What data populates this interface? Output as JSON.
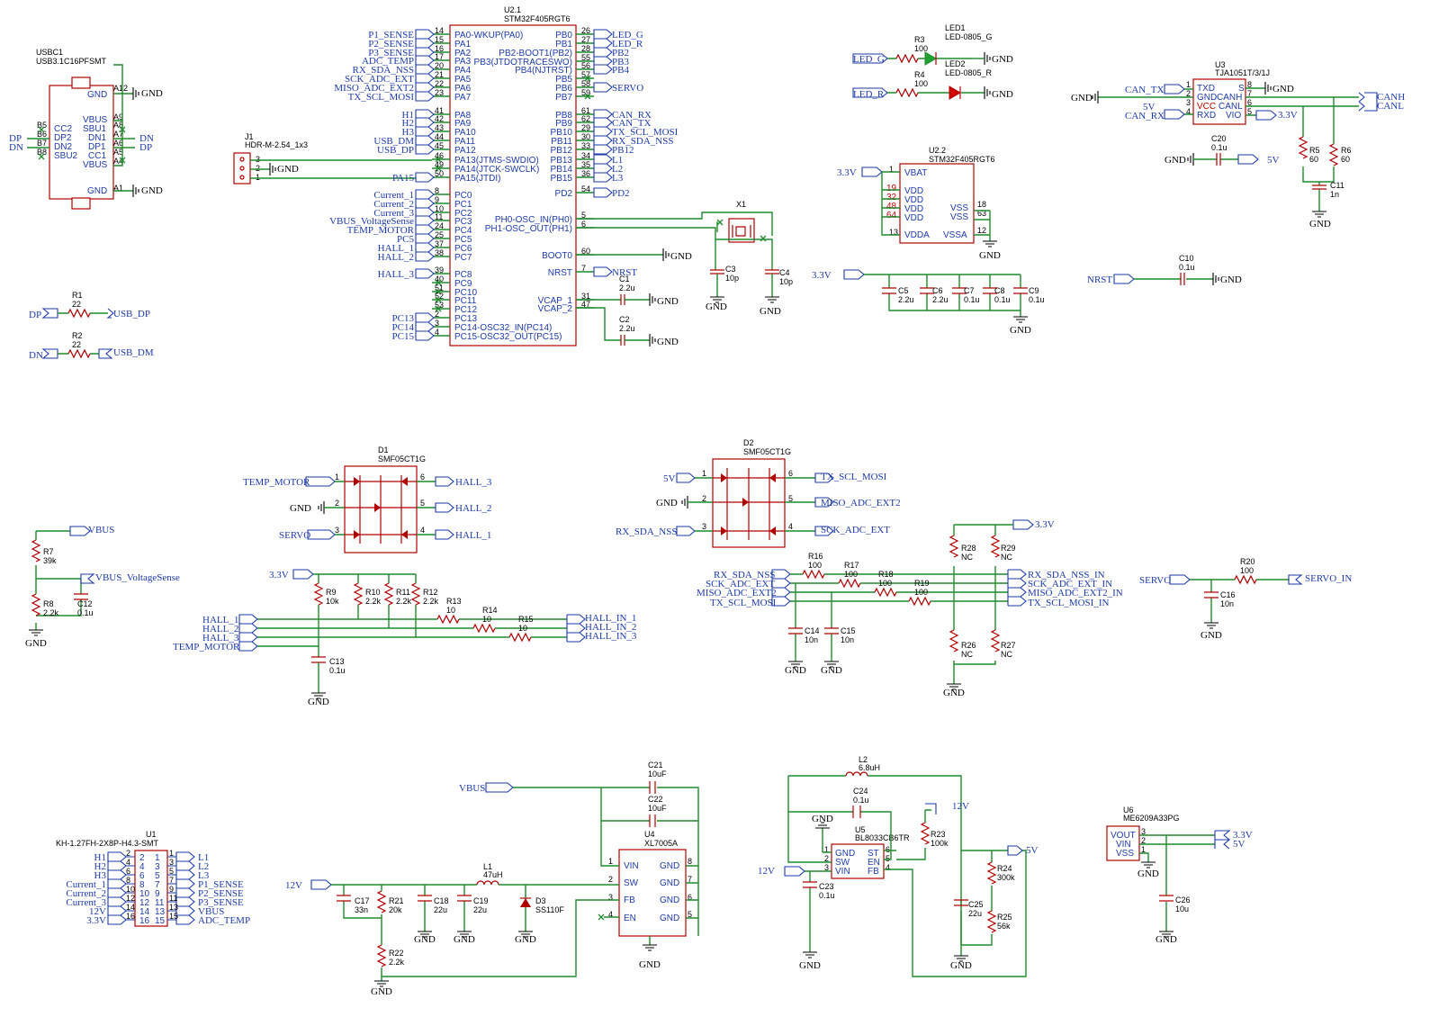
{
  "mcu_main": {
    "ref": "U2.1",
    "part": "STM32F405RGT6",
    "left_pins": [
      {
        "num": "14",
        "name": "PA0-WKUP(PA0)",
        "net": "P1_SENSE"
      },
      {
        "num": "15",
        "name": "PA1",
        "net": "P2_SENSE"
      },
      {
        "num": "16",
        "name": "PA2",
        "net": "P3_SENSE"
      },
      {
        "num": "17",
        "name": "PA3",
        "net": "ADC_TEMP"
      },
      {
        "num": "20",
        "name": "PA4",
        "net": "RX_SDA_NSS"
      },
      {
        "num": "21",
        "name": "PA5",
        "net": "SCK_ADC_EXT"
      },
      {
        "num": "22",
        "name": "PA6",
        "net": "MISO_ADC_EXT2"
      },
      {
        "num": "23",
        "name": "PA7",
        "net": "TX_SCL_MOSI"
      },
      {
        "num": "41",
        "name": "PA8",
        "net": "H1"
      },
      {
        "num": "42",
        "name": "PA9",
        "net": "H2"
      },
      {
        "num": "43",
        "name": "PA10",
        "net": "H3"
      },
      {
        "num": "44",
        "name": "PA11",
        "net": "USB_DM"
      },
      {
        "num": "45",
        "name": "PA12",
        "net": "USB_DP"
      },
      {
        "num": "46",
        "name": "PA13(JTMS-SWDIO)",
        "net": ""
      },
      {
        "num": "49",
        "name": "PA14(JTCK-SWCLK)",
        "net": ""
      },
      {
        "num": "50",
        "name": "PA15(JTDI)",
        "net": "PA15"
      },
      {
        "num": "8",
        "name": "PC0",
        "net": "Current_1"
      },
      {
        "num": "9",
        "name": "PC1",
        "net": "Current_2"
      },
      {
        "num": "10",
        "name": "PC2",
        "net": "Current_3"
      },
      {
        "num": "11",
        "name": "PC3",
        "net": "VBUS_VoltageSense"
      },
      {
        "num": "24",
        "name": "PC4",
        "net": "TEMP_MOTOR"
      },
      {
        "num": "25",
        "name": "PC5",
        "net": "PC5"
      },
      {
        "num": "37",
        "name": "PC6",
        "net": "HALL_1"
      },
      {
        "num": "38",
        "name": "PC7",
        "net": "HALL_2"
      },
      {
        "num": "39",
        "name": "PC8",
        "net": "HALL_3"
      },
      {
        "num": "40",
        "name": "PC9",
        "net": ""
      },
      {
        "num": "51",
        "name": "PC10",
        "net": ""
      },
      {
        "num": "52",
        "name": "PC11",
        "net": ""
      },
      {
        "num": "53",
        "name": "PC12",
        "net": ""
      },
      {
        "num": "2",
        "name": "PC13",
        "net": "PC13"
      },
      {
        "num": "3",
        "name": "PC14-OSC32_IN(PC14)",
        "net": "PC14"
      },
      {
        "num": "4",
        "name": "PC15-OSC32_OUT(PC15)",
        "net": "PC15"
      }
    ],
    "right_pins": [
      {
        "num": "26",
        "name": "PB0",
        "net": "LED_G"
      },
      {
        "num": "27",
        "name": "PB1",
        "net": "LED_R"
      },
      {
        "num": "28",
        "name": "PB2-BOOT1(PB2)",
        "net": "PB2"
      },
      {
        "num": "55",
        "name": "PB3(JTDOTRACESWO)",
        "net": "PB3"
      },
      {
        "num": "56",
        "name": "PB4(NJTRST)",
        "net": "PB4"
      },
      {
        "num": "57",
        "name": "PB5",
        "net": ""
      },
      {
        "num": "58",
        "name": "PB6",
        "net": "SERVO"
      },
      {
        "num": "59",
        "name": "PB7",
        "net": ""
      },
      {
        "num": "61",
        "name": "PB8",
        "net": "CAN_RX"
      },
      {
        "num": "62",
        "name": "PB9",
        "net": "CAN_TX"
      },
      {
        "num": "29",
        "name": "PB10",
        "net": "TX_SCL_MOSI"
      },
      {
        "num": "30",
        "name": "PB11",
        "net": "RX_SDA_NSS"
      },
      {
        "num": "33",
        "name": "PB12",
        "net": "PB12"
      },
      {
        "num": "34",
        "name": "PB13",
        "net": "L1"
      },
      {
        "num": "35",
        "name": "PB14",
        "net": "L2"
      },
      {
        "num": "36",
        "name": "PB15",
        "net": "L3"
      },
      {
        "num": "54",
        "name": "PD2",
        "net": "PD2"
      },
      {
        "num": "5",
        "name": "PH0-OSC_IN(PH0)",
        "net": ""
      },
      {
        "num": "6",
        "name": "PH1-OSC_OUT(PH1)",
        "net": ""
      },
      {
        "num": "60",
        "name": "BOOT0",
        "net": "GND"
      },
      {
        "num": "7",
        "name": "NRST",
        "net": "NRST"
      },
      {
        "num": "31",
        "name": "VCAP_1",
        "net": ""
      },
      {
        "num": "47",
        "name": "VCAP_2",
        "net": ""
      }
    ],
    "c1": {
      "ref": "C1",
      "value": "2.2u"
    },
    "c2": {
      "ref": "C2",
      "value": "2.2u"
    }
  },
  "mcu_power": {
    "ref": "U2.2",
    "part": "STM32F405RGT6",
    "pins": [
      {
        "num": "1",
        "name": "VBAT"
      },
      {
        "num": "19",
        "name": "VDD"
      },
      {
        "num": "32",
        "name": "VDD"
      },
      {
        "num": "48",
        "name": "VDD"
      },
      {
        "num": "64",
        "name": "VDD"
      },
      {
        "num": "13",
        "name": "VDDA"
      }
    ],
    "gnd_pins": [
      {
        "num": "18",
        "name": "VSS"
      },
      {
        "num": "63",
        "name": "VSS"
      },
      {
        "num": "12",
        "name": "VSSA"
      }
    ],
    "net_in": "3.3V"
  },
  "usb": {
    "ref": "USBC1",
    "part": "USB3.1C16PFSMT",
    "left": [
      {
        "num": "B5",
        "name": "CC2"
      },
      {
        "num": "B6",
        "name": "DP2",
        "net": "DP"
      },
      {
        "num": "B7",
        "name": "DN2",
        "net": "DN"
      },
      {
        "num": "B8",
        "name": "SBU2"
      }
    ],
    "right": [
      {
        "num": "A12",
        "name": "GND"
      },
      {
        "num": "A9",
        "name": "VBUS"
      },
      {
        "num": "A8",
        "name": "SBU1"
      },
      {
        "num": "A7",
        "name": "DN1",
        "net": "DN"
      },
      {
        "num": "A6",
        "name": "DP1",
        "net": "DP"
      },
      {
        "num": "A5",
        "name": "CC1"
      },
      {
        "num": "A4",
        "name": "VBUS"
      },
      {
        "num": "A1",
        "name": "GND"
      }
    ],
    "r1": {
      "ref": "R1",
      "value": "22",
      "from": "DP",
      "to": "USB_DP"
    },
    "r2": {
      "ref": "R2",
      "value": "22",
      "from": "DN",
      "to": "USB_DM"
    }
  },
  "header_j1": {
    "ref": "J1",
    "part": "HDR-M-2.54_1x3",
    "pins": [
      "3",
      "2",
      "1"
    ]
  },
  "crystal": {
    "ref": "X1",
    "c3": {
      "ref": "C3",
      "value": "10p"
    },
    "c4": {
      "ref": "C4",
      "value": "10p"
    }
  },
  "leds": {
    "led1": {
      "ref": "LED1",
      "part": "LED-0805_G",
      "r": "R3",
      "rv": "100",
      "net": "LED_G"
    },
    "led2": {
      "ref": "LED2",
      "part": "LED-0805_R",
      "r": "R4",
      "rv": "100",
      "net": "LED_R"
    }
  },
  "can": {
    "ref": "U3",
    "part": "TJA1051T/3/1J",
    "left": [
      {
        "num": "1",
        "name": "TXD",
        "net": "CAN_TX"
      },
      {
        "num": "2",
        "name": "GND",
        "net": "GND"
      },
      {
        "num": "3",
        "name": "VCC",
        "net": "5V"
      },
      {
        "num": "4",
        "name": "RXD",
        "net": "CAN_RX"
      }
    ],
    "right": [
      {
        "num": "8",
        "name": "S"
      },
      {
        "num": "7",
        "name": "CANH",
        "net": "CANH"
      },
      {
        "num": "6",
        "name": "CANL",
        "net": "CANL"
      },
      {
        "num": "5",
        "name": "VIO",
        "net": "3.3V"
      }
    ],
    "r5": {
      "ref": "R5",
      "value": "60"
    },
    "r6": {
      "ref": "R6",
      "value": "60"
    },
    "c11": {
      "ref": "C11",
      "value": "1n"
    },
    "c20": {
      "ref": "C20",
      "value": "0.1u"
    }
  },
  "decoupling": {
    "caps": [
      {
        "ref": "C5",
        "value": "2.2u"
      },
      {
        "ref": "C6",
        "value": "2.2u"
      },
      {
        "ref": "C7",
        "value": "0.1u"
      },
      {
        "ref": "C8",
        "value": "0.1u"
      },
      {
        "ref": "C9",
        "value": "0.1u"
      }
    ],
    "net": "3.3V"
  },
  "nrst": {
    "net": "NRST",
    "cap": {
      "ref": "C10",
      "value": "0.1u"
    }
  },
  "vbus_sense": {
    "r7": {
      "ref": "R7",
      "value": "39k"
    },
    "r8": {
      "ref": "R8",
      "value": "2.2k"
    },
    "c12": {
      "ref": "C12",
      "value": "0.1u"
    },
    "net_in": "VBUS",
    "net_out": "VBUS_VoltageSense"
  },
  "tvs1": {
    "ref": "D1",
    "part": "SMF05CT1G",
    "pins": [
      {
        "num": "1",
        "net": "TEMP_MOTOR"
      },
      {
        "num": "2",
        "net": "GND"
      },
      {
        "num": "3",
        "net": "SERVO"
      },
      {
        "num": "6",
        "net": "HALL_3"
      },
      {
        "num": "5",
        "net": "HALL_2"
      },
      {
        "num": "4",
        "net": "HALL_1"
      }
    ]
  },
  "tvs2": {
    "ref": "D2",
    "part": "SMF05CT1G",
    "pins": [
      {
        "num": "1",
        "net": "5V"
      },
      {
        "num": "2",
        "net": "GND"
      },
      {
        "num": "3",
        "net": "RX_SDA_NSS"
      },
      {
        "num": "6",
        "net": "TX_SCL_MOSI"
      },
      {
        "num": "5",
        "net": "MISO_ADC_EXT2"
      },
      {
        "num": "4",
        "net": "SCK_ADC_EXT"
      }
    ]
  },
  "hall": {
    "pull": [
      {
        "ref": "R9",
        "value": "10k"
      },
      {
        "ref": "R10",
        "value": "2.2k"
      },
      {
        "ref": "R11",
        "value": "2.2k"
      },
      {
        "ref": "R12",
        "value": "2.2k"
      }
    ],
    "series": [
      {
        "ref": "R13",
        "value": "10"
      },
      {
        "ref": "R14",
        "value": "10"
      },
      {
        "ref": "R15",
        "value": "10"
      }
    ],
    "c13": {
      "ref": "C13",
      "value": "0.1u"
    },
    "inputs": [
      "HALL_1",
      "HALL_2",
      "HALL_3",
      "TEMP_MOTOR"
    ],
    "outputs": [
      "HALL_IN_1",
      "HALL_IN_2",
      "HALL_IN_3"
    ],
    "net": "3.3V"
  },
  "ext": {
    "inputs": [
      "RX_SDA_NSS",
      "SCK_ADC_EXT",
      "MISO_ADC_EXT2",
      "TX_SCL_MOSI"
    ],
    "outputs": [
      "RX_SDA_NSS_IN",
      "SCK_ADC_EXT_IN",
      "MISO_ADC_EXT2_IN",
      "TX_SCL_MOSI_IN"
    ],
    "series": [
      {
        "ref": "R16",
        "value": "100"
      },
      {
        "ref": "R17",
        "value": "100"
      },
      {
        "ref": "R18",
        "value": "100"
      },
      {
        "ref": "R19",
        "value": "100"
      }
    ],
    "c14": {
      "ref": "C14",
      "value": "10n"
    },
    "c15": {
      "ref": "C15",
      "value": "10n"
    },
    "pu": [
      {
        "ref": "R28",
        "value": "NC"
      },
      {
        "ref": "R29",
        "value": "NC"
      }
    ],
    "pd": [
      {
        "ref": "R26",
        "value": "NC"
      },
      {
        "ref": "R27",
        "value": "NC"
      }
    ],
    "net": "3.3V"
  },
  "servo": {
    "in": "SERVO",
    "out": "SERVO_IN",
    "r": {
      "ref": "R20",
      "value": "100"
    },
    "c": {
      "ref": "C16",
      "value": "10n"
    }
  },
  "conn_u1": {
    "ref": "U1",
    "part": "KH-1.27FH-2X8P-H4.3-SMT",
    "left": [
      {
        "num": "2",
        "net": "H1"
      },
      {
        "num": "4",
        "net": "H2"
      },
      {
        "num": "6",
        "net": "H3"
      },
      {
        "num": "8",
        "net": "Current_1"
      },
      {
        "num": "10",
        "net": "Current_2"
      },
      {
        "num": "12",
        "net": "Current_3"
      },
      {
        "num": "14",
        "net": "12V"
      },
      {
        "num": "16",
        "net": "3.3V"
      }
    ],
    "right": [
      {
        "num": "1",
        "net": "L1"
      },
      {
        "num": "3",
        "net": "L2"
      },
      {
        "num": "5",
        "net": "L3"
      },
      {
        "num": "7",
        "net": "P1_SENSE"
      },
      {
        "num": "9",
        "net": "P2_SENSE"
      },
      {
        "num": "11",
        "net": "P3_SENSE"
      },
      {
        "num": "13",
        "net": "VBUS"
      },
      {
        "num": "15",
        "net": "ADC_TEMP"
      }
    ]
  },
  "buck": {
    "ref": "U4",
    "part": "XL7005A",
    "left": [
      {
        "num": "1",
        "name": "VIN"
      },
      {
        "num": "2",
        "name": "SW"
      },
      {
        "num": "3",
        "name": "FB"
      },
      {
        "num": "4",
        "name": "EN"
      }
    ],
    "right": [
      {
        "num": "8",
        "name": "GND"
      },
      {
        "num": "7",
        "name": "GND"
      },
      {
        "num": "6",
        "name": "GND"
      },
      {
        "num": "5",
        "name": "GND"
      }
    ],
    "c21": {
      "ref": "C21",
      "value": "10uF"
    },
    "c22": {
      "ref": "C22",
      "value": "10uF"
    },
    "c17": {
      "ref": "C17",
      "value": "33n"
    },
    "r21": {
      "ref": "R21",
      "value": "20k"
    },
    "r22": {
      "ref": "R22",
      "value": "2.2k"
    },
    "c18": {
      "ref": "C18",
      "value": "22u"
    },
    "c19": {
      "ref": "C19",
      "value": "22u"
    },
    "l1": {
      "ref": "L1",
      "value": "47uH"
    },
    "d3": {
      "ref": "D3",
      "part": "SS110F"
    },
    "vin": "VBUS",
    "vout": "12V"
  },
  "buck2": {
    "ref": "U5",
    "part": "BL8033CB6TR",
    "left": [
      {
        "num": "1",
        "name": "GND"
      },
      {
        "num": "2",
        "name": "SW"
      },
      {
        "num": "3",
        "name": "VIN"
      }
    ],
    "right": [
      {
        "num": "6",
        "name": "ST"
      },
      {
        "num": "5",
        "name": "EN"
      },
      {
        "num": "4",
        "name": "FB"
      }
    ],
    "l2": {
      "ref": "L2",
      "value": "6.8uH"
    },
    "c24": {
      "ref": "C24",
      "value": "0.1u"
    },
    "c23": {
      "ref": "C23",
      "value": "0.1u"
    },
    "r23": {
      "ref": "R23",
      "value": "100k"
    },
    "r24": {
      "ref": "R24",
      "value": "300k"
    },
    "r25": {
      "ref": "R25",
      "value": "56k"
    },
    "c25": {
      "ref": "C25",
      "value": "22u"
    },
    "vin": "12V",
    "vout": "5V",
    "net12": "12V"
  },
  "ldo": {
    "ref": "U6",
    "part": "ME6209A33PG",
    "pins": [
      {
        "num": "3",
        "name": "VOUT",
        "net": "3.3V"
      },
      {
        "num": "2",
        "name": "VIN",
        "net": "5V"
      },
      {
        "num": "1",
        "name": "VSS"
      }
    ],
    "c26": {
      "ref": "C26",
      "value": "10u"
    }
  },
  "gnd_label": "GND"
}
